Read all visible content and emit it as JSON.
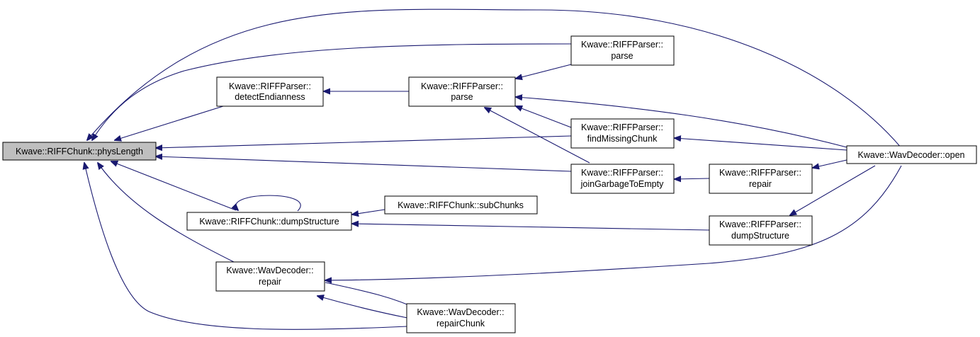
{
  "colors": {
    "edge": "#191970",
    "current_node_fill": "#bfbfbf",
    "node_fill": "#ffffff",
    "node_border": "#000000"
  },
  "nodes": {
    "physLength": {
      "lines": [
        "Kwave::RIFFChunk::physLength"
      ],
      "current": true
    },
    "detectEndianness": {
      "lines": [
        "Kwave::RIFFParser::",
        "detectEndianness"
      ]
    },
    "parse_upper": {
      "lines": [
        "Kwave::RIFFParser::",
        "parse"
      ]
    },
    "parse_main": {
      "lines": [
        "Kwave::RIFFParser::",
        "parse"
      ]
    },
    "findMissingChunk": {
      "lines": [
        "Kwave::RIFFParser::",
        "findMissingChunk"
      ]
    },
    "joinGarbageToEmpty": {
      "lines": [
        "Kwave::RIFFParser::",
        "joinGarbageToEmpty"
      ]
    },
    "rp_repair": {
      "lines": [
        "Kwave::RIFFParser::",
        "repair"
      ]
    },
    "rc_dumpStructure": {
      "lines": [
        "Kwave::RIFFChunk::dumpStructure"
      ]
    },
    "subChunks": {
      "lines": [
        "Kwave::RIFFChunk::subChunks"
      ]
    },
    "rp_dumpStructure": {
      "lines": [
        "Kwave::RIFFParser::",
        "dumpStructure"
      ]
    },
    "wd_repair": {
      "lines": [
        "Kwave::WavDecoder::",
        "repair"
      ]
    },
    "repairChunk": {
      "lines": [
        "Kwave::WavDecoder::",
        "repairChunk"
      ]
    },
    "open": {
      "lines": [
        "Kwave::WavDecoder::open"
      ]
    }
  }
}
